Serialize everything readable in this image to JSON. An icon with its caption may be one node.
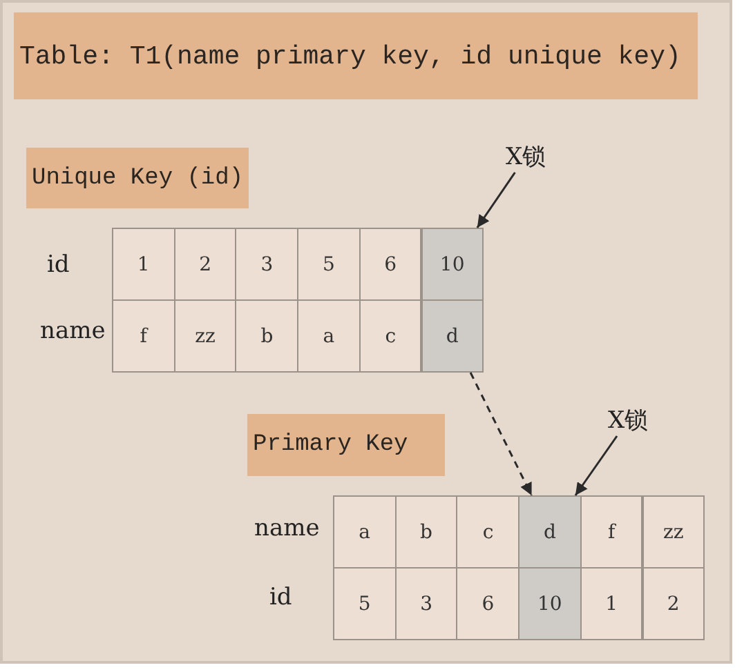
{
  "diagram": {
    "nodes": [
      {
        "text": [
          "Table: T1(name primary key, id unique key)"
        ]
      },
      {
        "text": [
          "Unique Key (id)"
        ]
      },
      {
        "text": [
          "X锁"
        ]
      },
      {
        "text": [
          "1"
        ]
      },
      {
        "text": [
          "2"
        ]
      },
      {
        "text": [
          "3"
        ]
      },
      {
        "text": [
          "5"
        ]
      },
      {
        "text": [
          "6"
        ]
      },
      {
        "text": [
          "10"
        ]
      },
      {
        "text": [
          "f"
        ]
      },
      {
        "text": [
          "zz"
        ]
      },
      {
        "text": [
          "b"
        ]
      },
      {
        "text": [
          "a"
        ]
      },
      {
        "text": [
          "c"
        ]
      },
      {
        "text": [
          "d"
        ]
      },
      {
        "text": [
          "Primary Key"
        ]
      },
      {
        "text": [
          "X锁"
        ]
      },
      {
        "text": [
          "a"
        ]
      },
      {
        "text": [
          "b"
        ]
      },
      {
        "text": [
          "c"
        ]
      },
      {
        "text": [
          "d"
        ]
      },
      {
        "text": [
          "f"
        ]
      },
      {
        "text": [
          "zz"
        ]
      },
      {
        "text": [
          "5"
        ]
      },
      {
        "text": [
          "3"
        ]
      },
      {
        "text": [
          "6"
        ]
      },
      {
        "text": [
          "10"
        ]
      },
      {
        "text": [
          "1"
        ]
      },
      {
        "text": [
          "2"
        ]
      }
    ],
    "edges": [
      {
        "from": 2,
        "to": 8,
        "arrow": "to"
      },
      {
        "from": 14,
        "to": 20,
        "arrow": "to",
        "style": "dashed"
      },
      {
        "from": 16,
        "to": 20,
        "arrow": "to"
      }
    ],
    "labels": [
      "id",
      "name",
      "name",
      "id"
    ]
  }
}
